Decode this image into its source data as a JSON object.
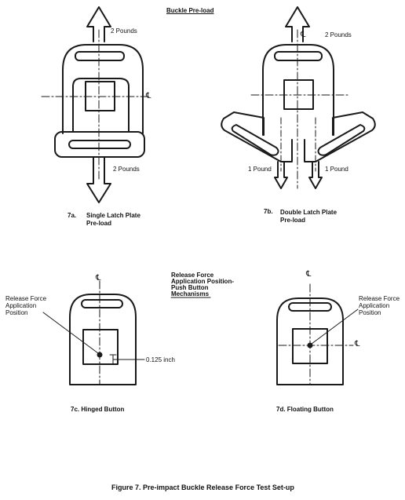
{
  "header": {
    "title": "Buckle Pre-load"
  },
  "fig7a": {
    "top_force": "2 Pounds",
    "bottom_force": "2 Pounds",
    "caption_num": "7a.",
    "caption_line1": "Single Latch Plate",
    "caption_line2": "Pre-load"
  },
  "fig7b": {
    "top_force": "2 Pounds",
    "left_force": "1 Pound",
    "right_force": "1 Pound",
    "caption_num": "7b.",
    "caption_line1": "Double Latch Plate",
    "caption_line2": "Pre-load"
  },
  "section2": {
    "line1": "Release Force",
    "line2": "Application Position-",
    "line3": "Push Button",
    "line4": "Mechanisms"
  },
  "fig7c": {
    "label_line1": "Release Force",
    "label_line2": "Application",
    "label_line3": "Position",
    "dimension": "0.125 inch",
    "caption": "7c.  Hinged Button"
  },
  "fig7d": {
    "label_line1": "Release Force",
    "label_line2": "Application",
    "label_line3": "Position",
    "caption": "7d.  Floating Button"
  },
  "centerline_symbol": "℄",
  "figure_caption": "Figure 7.  Pre-impact Buckle Release Force Test Set-up"
}
